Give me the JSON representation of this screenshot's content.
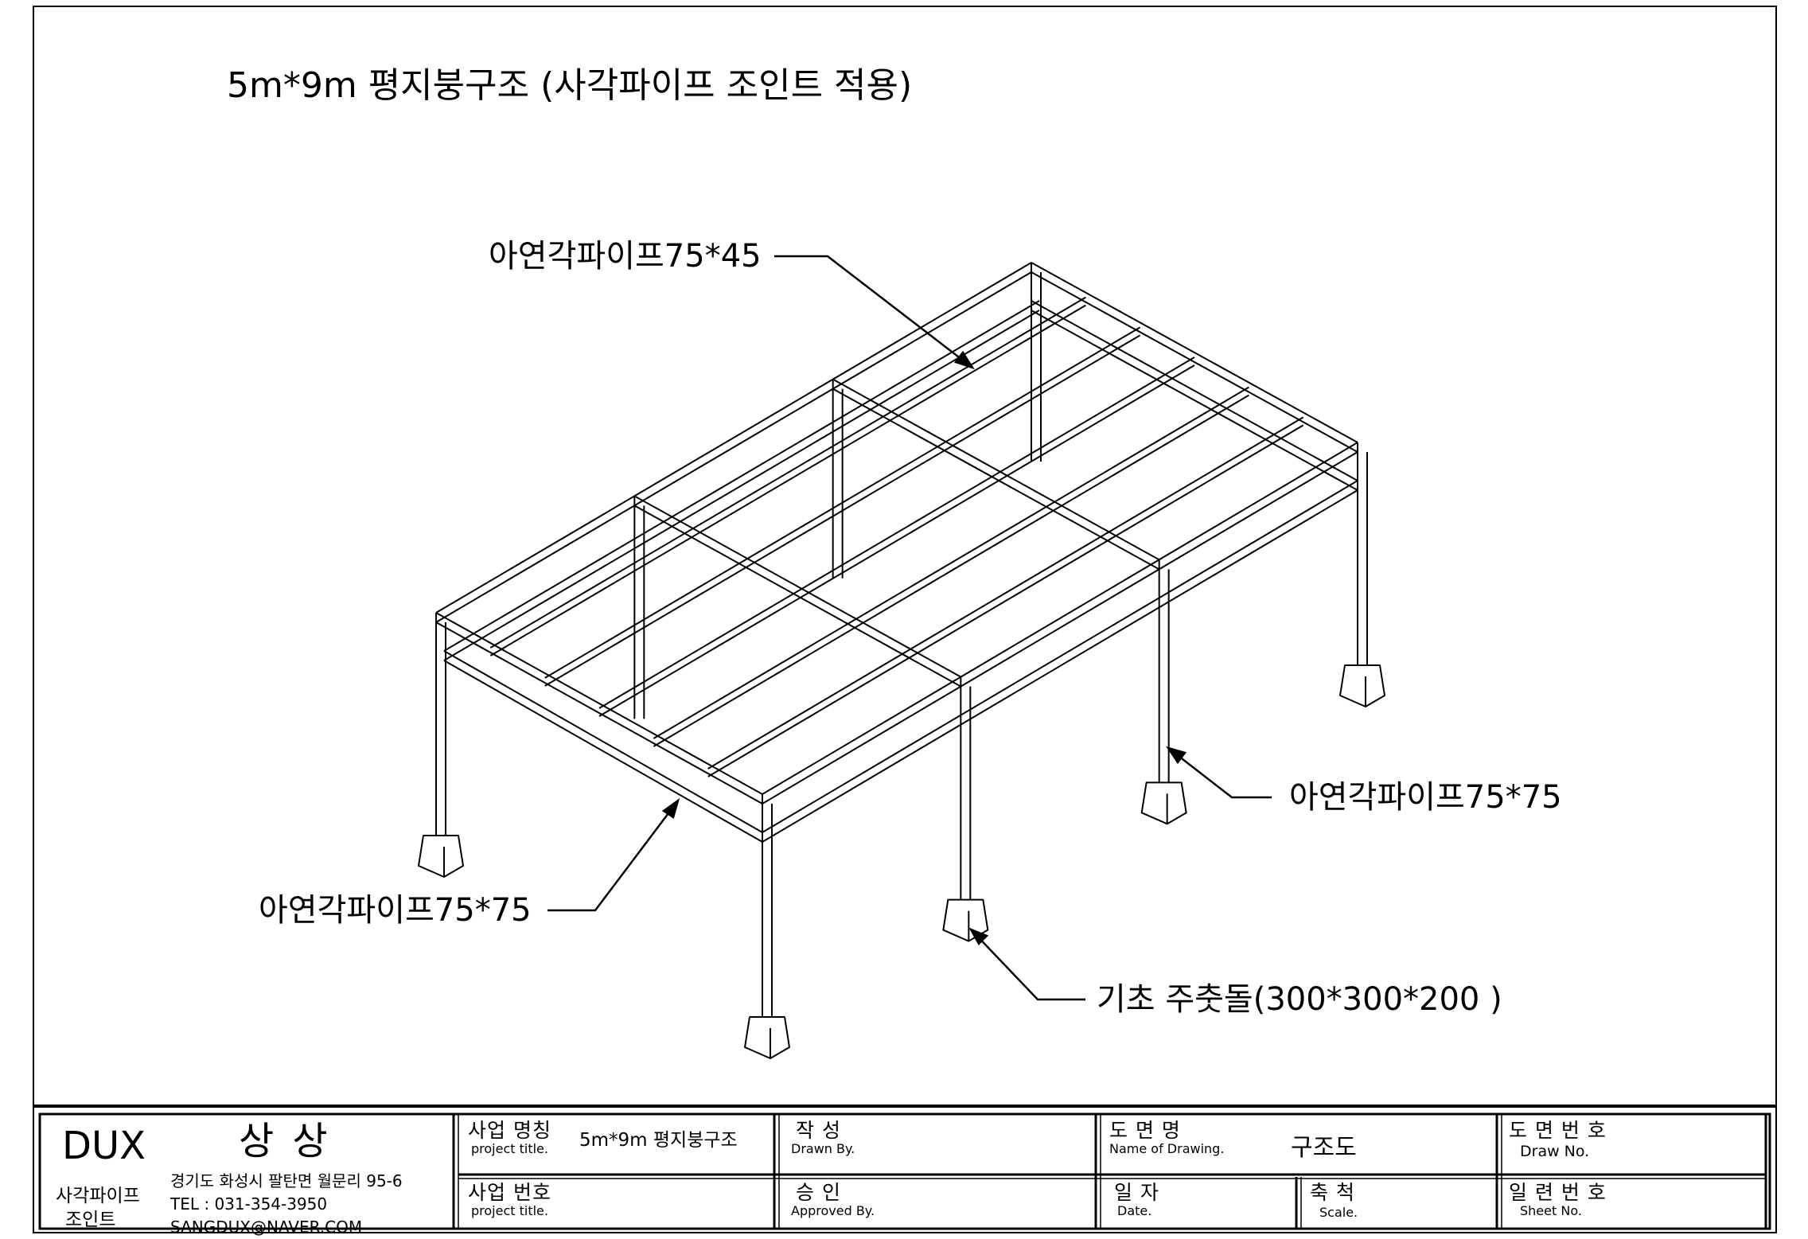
{
  "drawing": {
    "title": "5m*9m 평지붕구조 (사각파이프 조인트 적용)",
    "callouts": {
      "purlin": "아연각파이프75*45",
      "column": "아연각파이프75*75",
      "beam": "아연각파이프75*75",
      "footing": "기초 주춧돌(300*300*200 )"
    }
  },
  "title_block": {
    "brand": "DUX",
    "company_name": "상 상",
    "product_line1": "사각파이프",
    "product_line2": "조인트",
    "address": "경기도 화성시 팔탄면 월문리 95-6",
    "tel": "TEL : 031-354-3950",
    "email": "SANGDUX@NAVER.COM",
    "project_name_label": "사업 명칭",
    "project_name_sub": "project title.",
    "project_name_value": "5m*9m 평지붕구조",
    "project_no_label": "사업 번호",
    "project_no_sub": "project title.",
    "drawn_label": "작   성",
    "drawn_sub": "Drawn By.",
    "approved_label": "승   인",
    "approved_sub": "Approved By.",
    "drawing_name_label": "도  면  명",
    "drawing_name_sub": "Name of Drawing.",
    "drawing_name_value": "구조도",
    "date_label": "일  자",
    "date_sub": "Date.",
    "scale_label": "축  척",
    "scale_sub": "Scale.",
    "drawing_no_label": "도 면 번 호",
    "drawing_no_sub": "Draw No.",
    "sheet_no_label": "일 련 번 호",
    "sheet_no_sub": "Sheet No."
  }
}
